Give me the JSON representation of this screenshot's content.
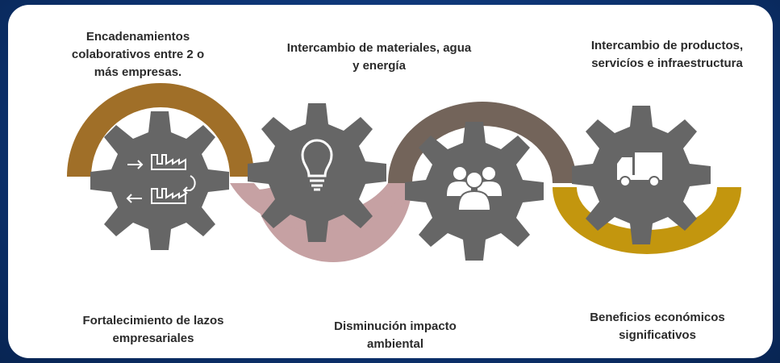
{
  "top_labels": [
    {
      "lines": [
        "Encadenamientos",
        "colaborativos entre 2 o",
        "más empresas."
      ]
    },
    {
      "lines": [
        "Intercambio de materiales, agua",
        "y energía"
      ]
    },
    {
      "lines": [
        "Intercambio de productos,",
        "servicíos e infraestructura"
      ]
    }
  ],
  "bottom_labels": [
    {
      "lines": [
        "Fortalecimiento de lazos",
        "empresariales"
      ]
    },
    {
      "lines": [
        "Disminución impacto",
        "ambiental"
      ]
    },
    {
      "lines": [
        "Beneficios económicos",
        "significativos"
      ]
    }
  ],
  "gears": [
    {
      "icon": "factory-exchange-icon"
    },
    {
      "icon": "lightbulb-icon"
    },
    {
      "icon": "people-group-icon"
    },
    {
      "icon": "delivery-truck-icon"
    }
  ],
  "colors": {
    "background": "#0d3473",
    "panel": "#ffffff",
    "gear": "#666666",
    "icon": "#ffffff",
    "arc_1": "#a06f28",
    "arc_2": "#c6a1a3",
    "arc_3": "#73645a",
    "arc_4": "#c3960e",
    "text": "#2b2b2b"
  }
}
